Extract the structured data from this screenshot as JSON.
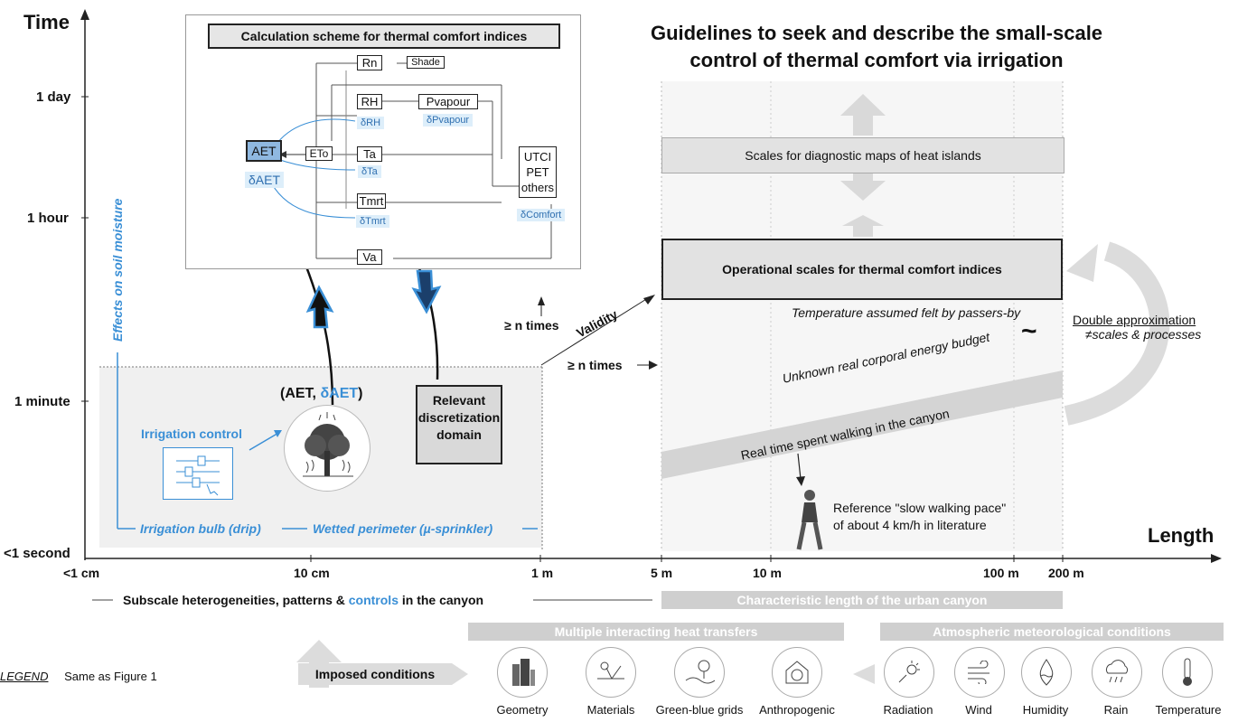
{
  "axes": {
    "y_title": "Time",
    "x_title": "Length",
    "y_ticks": [
      "1 day",
      "1 hour",
      "1 minute",
      "<1 second"
    ],
    "x_ticks": [
      "<1 cm",
      "10 cm",
      "1 m",
      "5 m",
      "10 m",
      "100 m",
      "200 m"
    ]
  },
  "main_title": {
    "line1": "Guidelines to seek and describe the small-scale",
    "line2": "control of thermal comfort via irrigation"
  },
  "scheme": {
    "title": "Calculation scheme for thermal comfort indices",
    "nodes": {
      "rn": "Rn",
      "shade": "Shade",
      "rh": "RH",
      "pvapour": "Pvapour",
      "aet": "AET",
      "eto": "ETo",
      "ta": "Ta",
      "tmrt": "Tmrt",
      "va": "Va",
      "comfort": [
        "UTCI",
        "PET",
        "others"
      ]
    },
    "deltas": {
      "rh": "δRH",
      "pvapour": "δPvapour",
      "aet": "δAET",
      "ta": "δTa",
      "tmrt": "δTmrt",
      "comfort": "δComfort"
    }
  },
  "soil_moisture": "Effects on soil moisture",
  "aet_label": {
    "a": "(AET, ",
    "b": "δAET",
    "c": ")"
  },
  "irrigation_control": "Irrigation control",
  "discretization": "Relevant discretization domain",
  "bottom_blue": {
    "bulb": "Irrigation bulb (drip)",
    "perimeter": "Wetted perimeter (µ-sprinkler)"
  },
  "n_times_1": "≥ n times",
  "n_times_2": "≥ n times",
  "validity": "Validity",
  "diagnostic": "Scales for diagnostic maps of heat islands",
  "operational": "Operational scales for thermal comfort indices",
  "assumed": "Temperature assumed felt by passers-by",
  "approx": {
    "title": "Double approximation",
    "sub": "≠scales & processes",
    "tilde": "~"
  },
  "unknown": "Unknown real corporal energy budget",
  "realtime": "Real time spent walking in the canyon",
  "reference": {
    "l1": "Reference \"slow walking pace\"",
    "l2": "of about 4 km/h in literature"
  },
  "subscale": {
    "a": "Subscale heterogeneities, patterns & ",
    "b": "controls",
    "c": " in the canyon"
  },
  "characteristic": "Characteristic length of the urban canyon",
  "legend": {
    "key": "LEGEND",
    "text": "Same as Figure 1"
  },
  "imposed": "Imposed conditions",
  "heat_transfers": {
    "title": "Multiple interacting heat transfers",
    "items": [
      "Geometry",
      "Materials",
      "Green-blue grids",
      "Anthropogenic"
    ]
  },
  "atmos": {
    "title": "Atmospheric meteorological conditions",
    "items": [
      "Radiation",
      "Wind",
      "Humidity",
      "Rain",
      "Temperature"
    ]
  },
  "colors": {
    "blue": "#3a8fd6",
    "grey": "#cfcfcf",
    "lightblue": "#ddeefa",
    "aet_fill": "#8fb8e0"
  }
}
